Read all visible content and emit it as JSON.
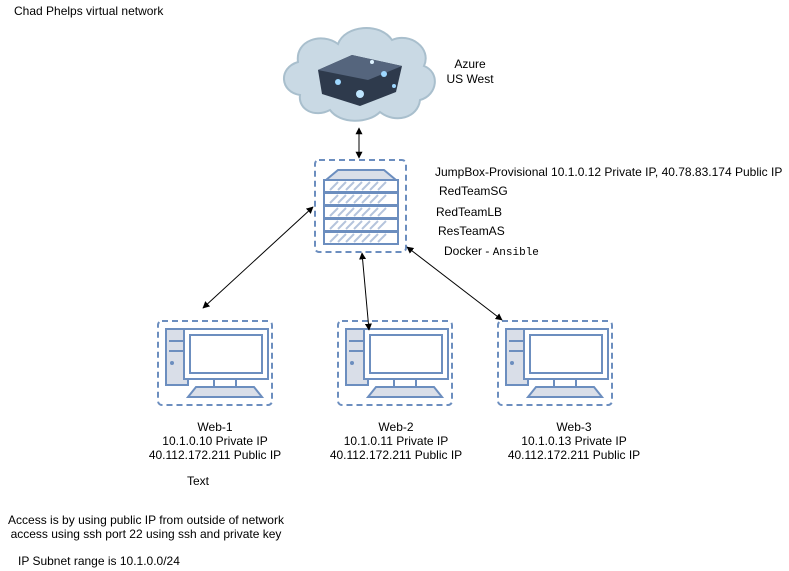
{
  "title": "Chad Phelps virtual network",
  "cloud": {
    "line1": "Azure",
    "line2": "US West"
  },
  "jumpbox": {
    "label": "JumpBox-Provisional 10.1.0.12 Private IP, 40.78.83.174 Public IP",
    "sg": "RedTeamSG",
    "lb": "RedTeamLB",
    "as": "ResTeamAS",
    "docker_prefix": "Docker - ",
    "docker_tool": "Ansible"
  },
  "webs": [
    {
      "name": "Web-1",
      "private": "10.1.0.10 Private IP",
      "public": "40.112.172.211 Public IP"
    },
    {
      "name": "Web-2",
      "private": "10.1.0.11 Private IP",
      "public": "40.112.172.211 Public IP"
    },
    {
      "name": "Web-3",
      "private": "10.1.0.13 Private IP",
      "public": "40.112.172.211 Public IP"
    }
  ],
  "placeholder_text": "Text",
  "notes": {
    "line1": "Access is by using public IP from outside of network",
    "line2": "access using ssh port 22 using ssh and private key",
    "subnet": "IP Subnet range is 10.1.0.0/24"
  },
  "colors": {
    "device_stroke": "#6c8ebf",
    "device_fill": "#ffffff",
    "server_fill": "#d9dee8",
    "cloud_fill": "#c9d9e4",
    "cloud_core": "#2e3a4c"
  }
}
